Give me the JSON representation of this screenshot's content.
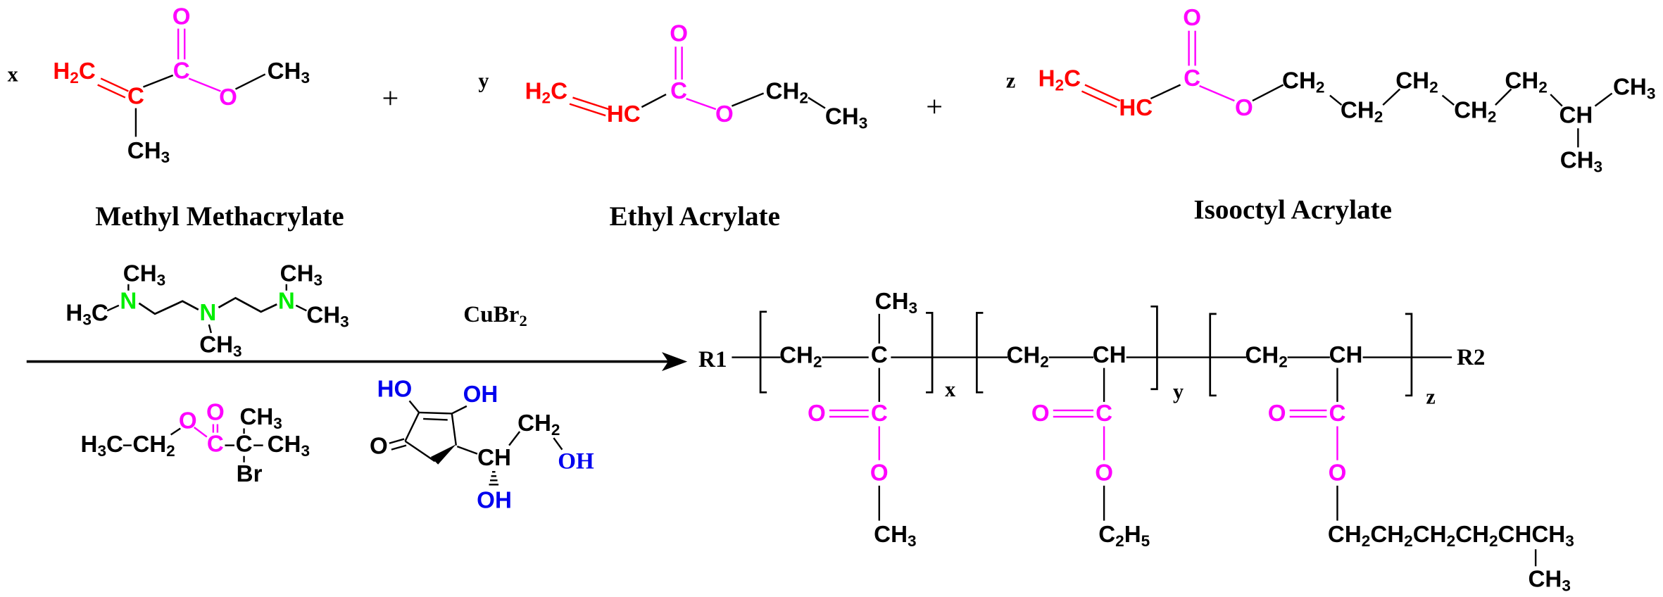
{
  "colors": {
    "vinyl": "#ff0000",
    "ester": "#ff00ff",
    "amine": "#00ee00",
    "hydroxyl": "#0000ee",
    "default": "#000000"
  },
  "plus": "+",
  "monomers": [
    {
      "coefficient": "x",
      "name": "Methyl Methacrylate",
      "atoms": {
        "vinyl_ch2": "H2C",
        "alpha_c": "C",
        "carbonyl_c": "C",
        "carbonyl_o": "O",
        "ester_o": "O",
        "ester_ch3": "CH3",
        "alpha_ch3": "CH3"
      }
    },
    {
      "coefficient": "y",
      "name": "Ethyl Acrylate",
      "atoms": {
        "vinyl_ch2": "H2C",
        "alpha_ch": "HC",
        "carbonyl_c": "C",
        "carbonyl_o": "O",
        "ester_o": "O",
        "ch2": "CH2",
        "ch3": "CH3"
      }
    },
    {
      "coefficient": "z",
      "name": "Isooctyl Acrylate",
      "atoms": {
        "vinyl_ch2": "H2C",
        "alpha_ch": "HC",
        "carbonyl_c": "C",
        "carbonyl_o": "O",
        "ester_o": "O",
        "chain": [
          "CH2",
          "CH2",
          "CH2",
          "CH2",
          "CH2"
        ],
        "ch": "CH",
        "ch3_a": "CH3",
        "ch3_b": "CH3"
      }
    }
  ],
  "reagents": {
    "ligand": {
      "left_ch3": "H3C",
      "top_left_ch3": "CH3",
      "n_left": "N",
      "n_mid": "N",
      "mid_ch3": "CH3",
      "n_right": "N",
      "top_right_ch3": "CH3",
      "right_ch3": "CH3"
    },
    "catalyst": "CuBr2",
    "initiator": {
      "ch3": "H3C",
      "ch2": "CH2",
      "ester_o": "O",
      "carbonyl_o": "O",
      "carbonyl_c": "C",
      "quat_c": "C",
      "top_ch3": "CH3",
      "right_ch3": "CH3",
      "br": "Br"
    },
    "reductant": {
      "ho": "HO",
      "oh_ring": "OH",
      "ketone_o": "O",
      "ch": "CH",
      "ch_oh": "OH",
      "ch2": "CH2",
      "ch2_oh": "OH"
    }
  },
  "product": {
    "end_left": "R1",
    "end_right": "R2",
    "units": [
      {
        "subscript": "x",
        "backbone": [
          "CH2",
          "C"
        ],
        "top": "CH3",
        "carbonyl_o": "O",
        "carbonyl_c": "C",
        "ester_o": "O",
        "alkyl": "CH3"
      },
      {
        "subscript": "y",
        "backbone": [
          "CH2",
          "CH"
        ],
        "carbonyl_o": "O",
        "carbonyl_c": "C",
        "ester_o": "O",
        "alkyl": "C2H5"
      },
      {
        "subscript": "z",
        "backbone": [
          "CH2",
          "CH"
        ],
        "carbonyl_o": "O",
        "carbonyl_c": "C",
        "ester_o": "O",
        "alkyl": "CH2CH2CH2CH2CHCH3",
        "alkyl_branch": "CH3"
      }
    ]
  }
}
